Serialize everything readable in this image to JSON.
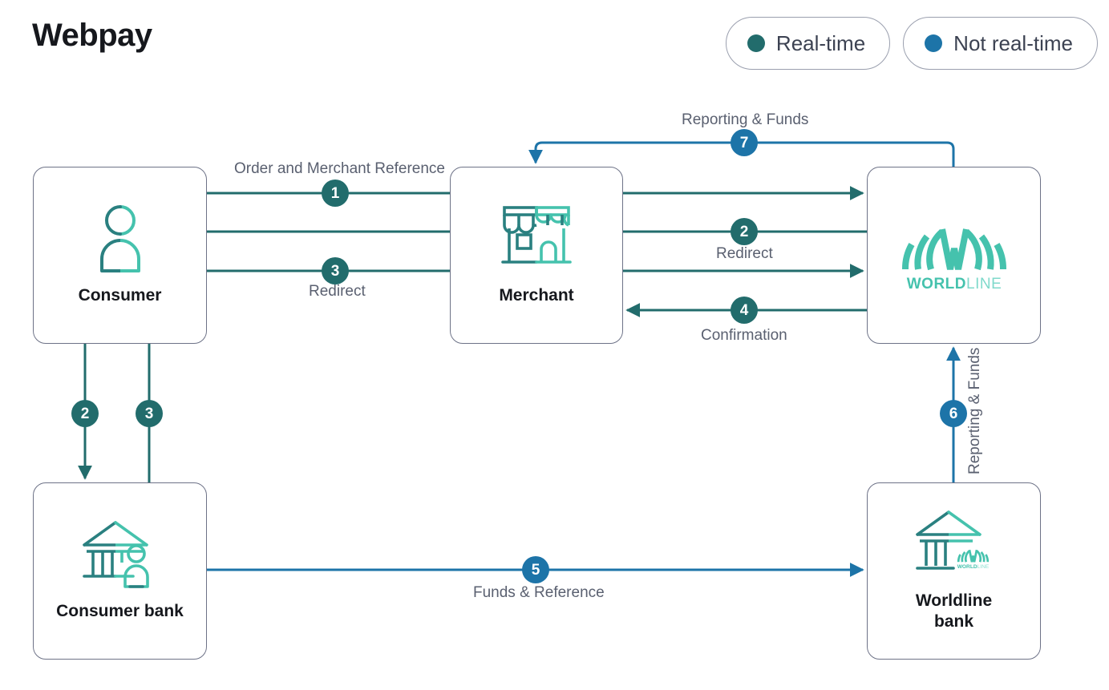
{
  "page": {
    "title": "Webpay"
  },
  "legend": {
    "items": [
      {
        "label": "Real-time",
        "color": "#226c6c",
        "icon": "dot-icon"
      },
      {
        "label": "Not real-time",
        "color": "#1d74a8",
        "icon": "dot-icon"
      }
    ]
  },
  "colors": {
    "teal": "#226c6c",
    "blue": "#1d74a8",
    "icon_dark_teal": "#2a8080",
    "icon_light_teal": "#45c2ad",
    "node_border": "#6d7287",
    "label_text": "#5a6070",
    "title_text": "#16181d"
  },
  "nodes": [
    {
      "id": "consumer",
      "label": "Consumer",
      "icon": "person-icon"
    },
    {
      "id": "merchant",
      "label": "Merchant",
      "icon": "storefront-icon"
    },
    {
      "id": "worldline",
      "label": "",
      "icon": "worldline-logo-icon"
    },
    {
      "id": "consumer_bank",
      "label": "Consumer bank",
      "icon": "bank-person-icon"
    },
    {
      "id": "worldline_bank",
      "label": "Worldline\nbank",
      "icon": "bank-worldline-icon"
    }
  ],
  "worldline_logo": {
    "word_bold": "WORLD",
    "word_light": "LINE"
  },
  "flows": [
    {
      "step": "1",
      "label": "Order and Merchant Reference",
      "kind": "real-time",
      "color": "#226c6c",
      "from": "consumer",
      "to": "merchant"
    },
    {
      "step": "",
      "label": "",
      "kind": "real-time",
      "color": "#226c6c",
      "from": "consumer",
      "to": "merchant"
    },
    {
      "step": "3",
      "label": "Redirect",
      "kind": "real-time",
      "color": "#226c6c",
      "from": "consumer",
      "to": "merchant"
    },
    {
      "step": "2",
      "label": "Redirect",
      "kind": "real-time",
      "color": "#226c6c",
      "from": "merchant",
      "to": "worldline"
    },
    {
      "step": "4",
      "label": "Confirmation",
      "kind": "real-time",
      "color": "#226c6c",
      "from": "worldline",
      "to": "merchant"
    },
    {
      "step": "2",
      "label": "",
      "kind": "real-time",
      "color": "#226c6c",
      "from": "consumer",
      "to": "consumer_bank"
    },
    {
      "step": "3",
      "label": "",
      "kind": "real-time",
      "color": "#226c6c",
      "from": "consumer",
      "to": "consumer_bank"
    },
    {
      "step": "5",
      "label": "Funds & Reference",
      "kind": "not-real-time",
      "color": "#1d74a8",
      "from": "consumer_bank",
      "to": "worldline_bank"
    },
    {
      "step": "6",
      "label": "Reporting & Funds",
      "kind": "not-real-time",
      "color": "#1d74a8",
      "from": "worldline_bank",
      "to": "worldline"
    },
    {
      "step": "7",
      "label": "Reporting & Funds",
      "kind": "not-real-time",
      "color": "#1d74a8",
      "from": "worldline",
      "to": "merchant"
    }
  ],
  "badges": [
    {
      "n": "1",
      "color": "#226c6c"
    },
    {
      "n": "3",
      "color": "#226c6c"
    },
    {
      "n": "2",
      "color": "#226c6c"
    },
    {
      "n": "4",
      "color": "#226c6c"
    },
    {
      "n": "2",
      "color": "#226c6c"
    },
    {
      "n": "3",
      "color": "#226c6c"
    },
    {
      "n": "5",
      "color": "#1d74a8"
    },
    {
      "n": "6",
      "color": "#1d74a8"
    },
    {
      "n": "7",
      "color": "#1d74a8"
    }
  ],
  "edge_labels": {
    "order_merchant_reference": "Order and Merchant Reference",
    "redirect_left": "Redirect",
    "redirect_right": "Redirect",
    "confirmation": "Confirmation",
    "funds_reference": "Funds & Reference",
    "reporting_funds_top": "Reporting & Funds",
    "reporting_funds_right": "Reporting & Funds"
  }
}
